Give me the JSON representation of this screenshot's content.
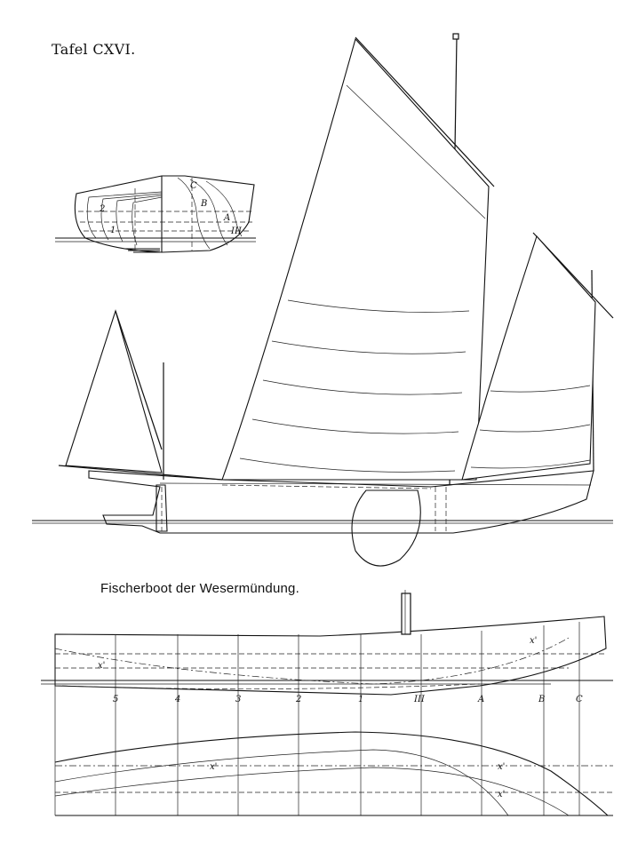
{
  "plate": {
    "title": "Tafel CXVI.",
    "caption": "Fischerboot der Wesermündung."
  },
  "body_plan": {
    "labels": [
      "C",
      "B",
      "A",
      "III",
      "2",
      "1"
    ]
  },
  "lines_plan": {
    "station_labels": [
      "5",
      "4",
      "3",
      "2",
      "1",
      "III",
      "A",
      "B",
      "C"
    ],
    "waterline_labels": [
      "x'",
      "x'",
      "x'",
      "x'",
      "x'"
    ]
  },
  "colors": {
    "ink": "#111111",
    "paper": "#ffffff"
  }
}
